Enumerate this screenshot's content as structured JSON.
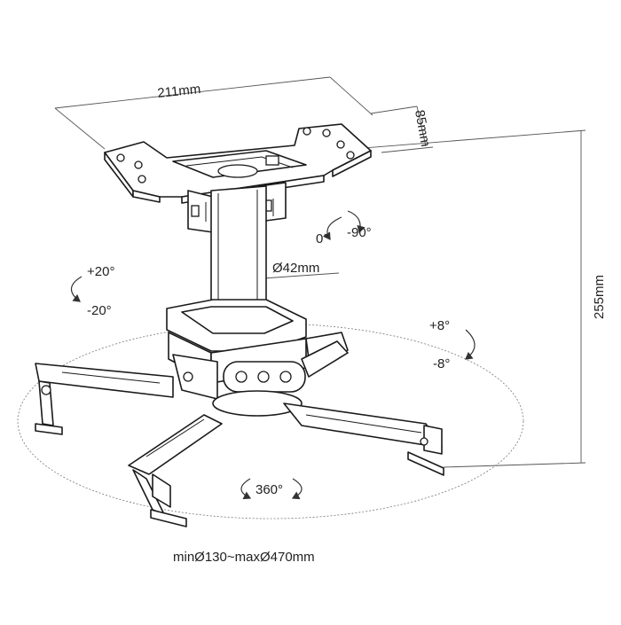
{
  "diagram": {
    "width_label": "211mm",
    "plate_depth_label": "85mm",
    "height_label": "255mm",
    "pole_diameter_label": "Ø42mm",
    "swivel_zero_label": "0°",
    "swivel_ninety_label": "-90°",
    "tilt_plus_label": "+20°",
    "tilt_minus_label": "-20°",
    "roll_plus_label": "+8°",
    "roll_minus_label": "-8°",
    "rotation_label": "360°",
    "arm_range_label": "minØ130~maxØ470mm"
  }
}
